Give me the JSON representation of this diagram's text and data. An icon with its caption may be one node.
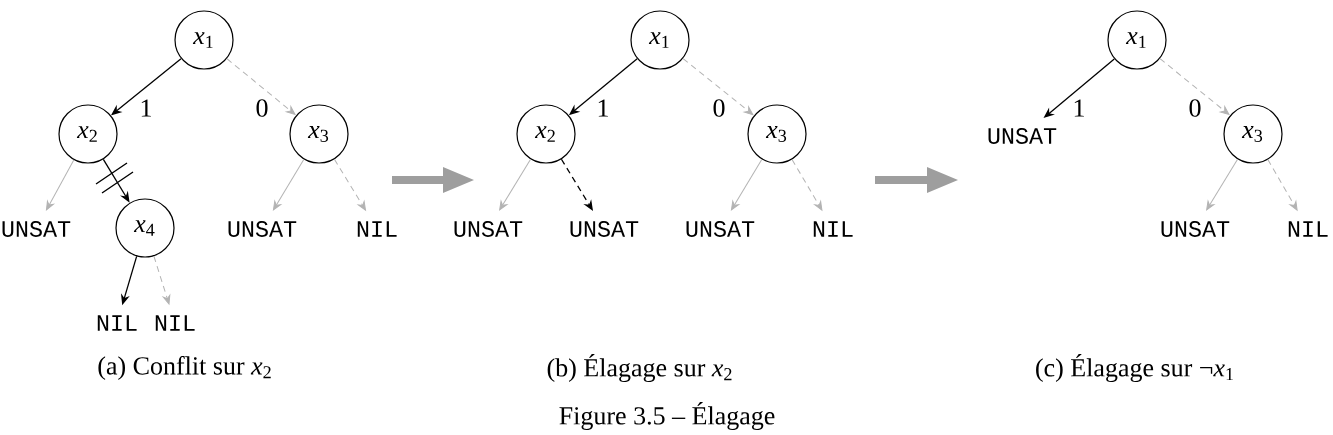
{
  "diagram": {
    "caption": "Figure 3.5 – Élagage",
    "nodes": [
      {
        "text": [
          "*x*$_{1}$"
        ]
      },
      {
        "text": [
          "*x*$_{2}$"
        ]
      },
      {
        "text": [
          "*x*$_{3}$"
        ]
      },
      {
        "text": [
          "UNSAT"
        ]
      },
      {
        "text": [
          "*x*$_{4}$"
        ]
      },
      {
        "text": [
          "UNSAT"
        ]
      },
      {
        "text": [
          "NIL"
        ]
      },
      {
        "text": [
          "NIL"
        ]
      },
      {
        "text": [
          "NIL"
        ]
      },
      {
        "text": [
          "*x*$_{1}$"
        ]
      },
      {
        "text": [
          "*x*$_{2}$"
        ]
      },
      {
        "text": [
          "*x*$_{3}$"
        ]
      },
      {
        "text": [
          "UNSAT"
        ]
      },
      {
        "text": [
          "UNSAT"
        ]
      },
      {
        "text": [
          "UNSAT"
        ]
      },
      {
        "text": [
          "NIL"
        ]
      },
      {
        "text": [
          "*x*$_{1}$"
        ]
      },
      {
        "text": [
          "UNSAT"
        ]
      },
      {
        "text": [
          "*x*$_{3}$"
        ]
      },
      {
        "text": [
          "UNSAT"
        ]
      },
      {
        "text": [
          "NIL"
        ]
      }
    ],
    "edges": [
      {
        "from": 0,
        "to": 1,
        "arrow": "to",
        "label": "1",
        "color": "#000000"
      },
      {
        "from": 0,
        "to": 2,
        "arrow": "to",
        "label": "0",
        "style": "dashed"
      },
      {
        "from": 1,
        "to": 3,
        "arrow": "to"
      },
      {
        "from": 1,
        "to": 4,
        "arrow": "to",
        "color": "#000000"
      },
      {
        "from": 2,
        "to": 5,
        "arrow": "to"
      },
      {
        "from": 2,
        "to": 6,
        "arrow": "to",
        "style": "dashed"
      },
      {
        "from": 4,
        "to": 7,
        "arrow": "to",
        "color": "#000000"
      },
      {
        "from": 4,
        "to": 8,
        "arrow": "to",
        "style": "dashed"
      },
      {
        "from": 9,
        "to": 10,
        "arrow": "to",
        "label": "1",
        "color": "#000000"
      },
      {
        "from": 9,
        "to": 11,
        "arrow": "to",
        "label": "0",
        "style": "dashed"
      },
      {
        "from": 10,
        "to": 12,
        "arrow": "to"
      },
      {
        "from": 10,
        "to": 13,
        "arrow": "to",
        "style": "dashed",
        "color": "#000000"
      },
      {
        "from": 11,
        "to": 14,
        "arrow": "to"
      },
      {
        "from": 11,
        "to": 15,
        "arrow": "to",
        "style": "dashed"
      },
      {
        "from": 16,
        "to": 17,
        "arrow": "to",
        "label": "1",
        "color": "#000000"
      },
      {
        "from": 16,
        "to": 18,
        "arrow": "to",
        "label": "0",
        "style": "dashed"
      },
      {
        "from": 18,
        "to": 19,
        "arrow": "to"
      },
      {
        "from": 18,
        "to": 20,
        "arrow": "to",
        "style": "dashed"
      }
    ],
    "labels": [
      "(a) Conflit sur *x*$_{2}$",
      "(b) Élagage sur *x*$_{2}$",
      "(c) Élagage sur ¬*x*$_{1}$"
    ]
  }
}
